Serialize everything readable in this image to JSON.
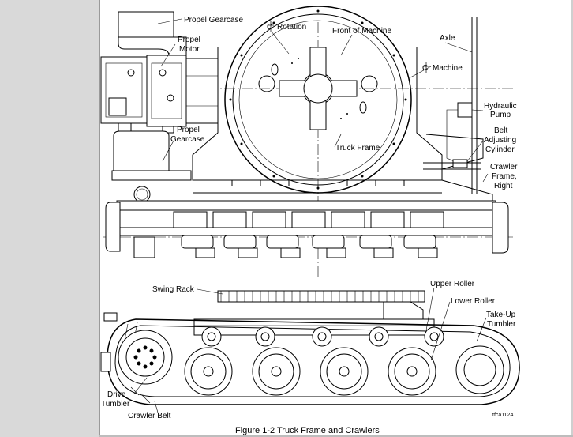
{
  "labels": {
    "propel_gearcase_top": "Propel Gearcase",
    "propel_motor": [
      "Propel",
      "Motor"
    ],
    "rotation": "Rotation",
    "front_of_machine": "Front of Machine",
    "axle": "Axle",
    "machine": "Machine",
    "hydraulic_pump": [
      "Hydraulic",
      "Pump"
    ],
    "belt_adjusting_cylinder": [
      "Belt",
      "Adjusting",
      "Cylinder"
    ],
    "crawler_frame_right": [
      "Crawler",
      "Frame,",
      "Right"
    ],
    "propel_gearcase_left": [
      "Propel",
      "Gearcase"
    ],
    "truck_frame": "Truck Frame",
    "swing_rack": "Swing Rack",
    "upper_roller": "Upper Roller",
    "lower_roller": "Lower Roller",
    "take_up_tumbler": [
      "Take-Up",
      "Tumbler"
    ],
    "drive_tumbler": [
      "Drive",
      "Tumbler"
    ],
    "crawler_belt": "Crawler Belt",
    "drawing_id": "tfca1124"
  },
  "caption": "Figure 1-2 Truck Frame and Crawlers",
  "colors": {
    "sidebar": "#d9d9d9",
    "background": "#ffffff",
    "ink": "#000000"
  }
}
